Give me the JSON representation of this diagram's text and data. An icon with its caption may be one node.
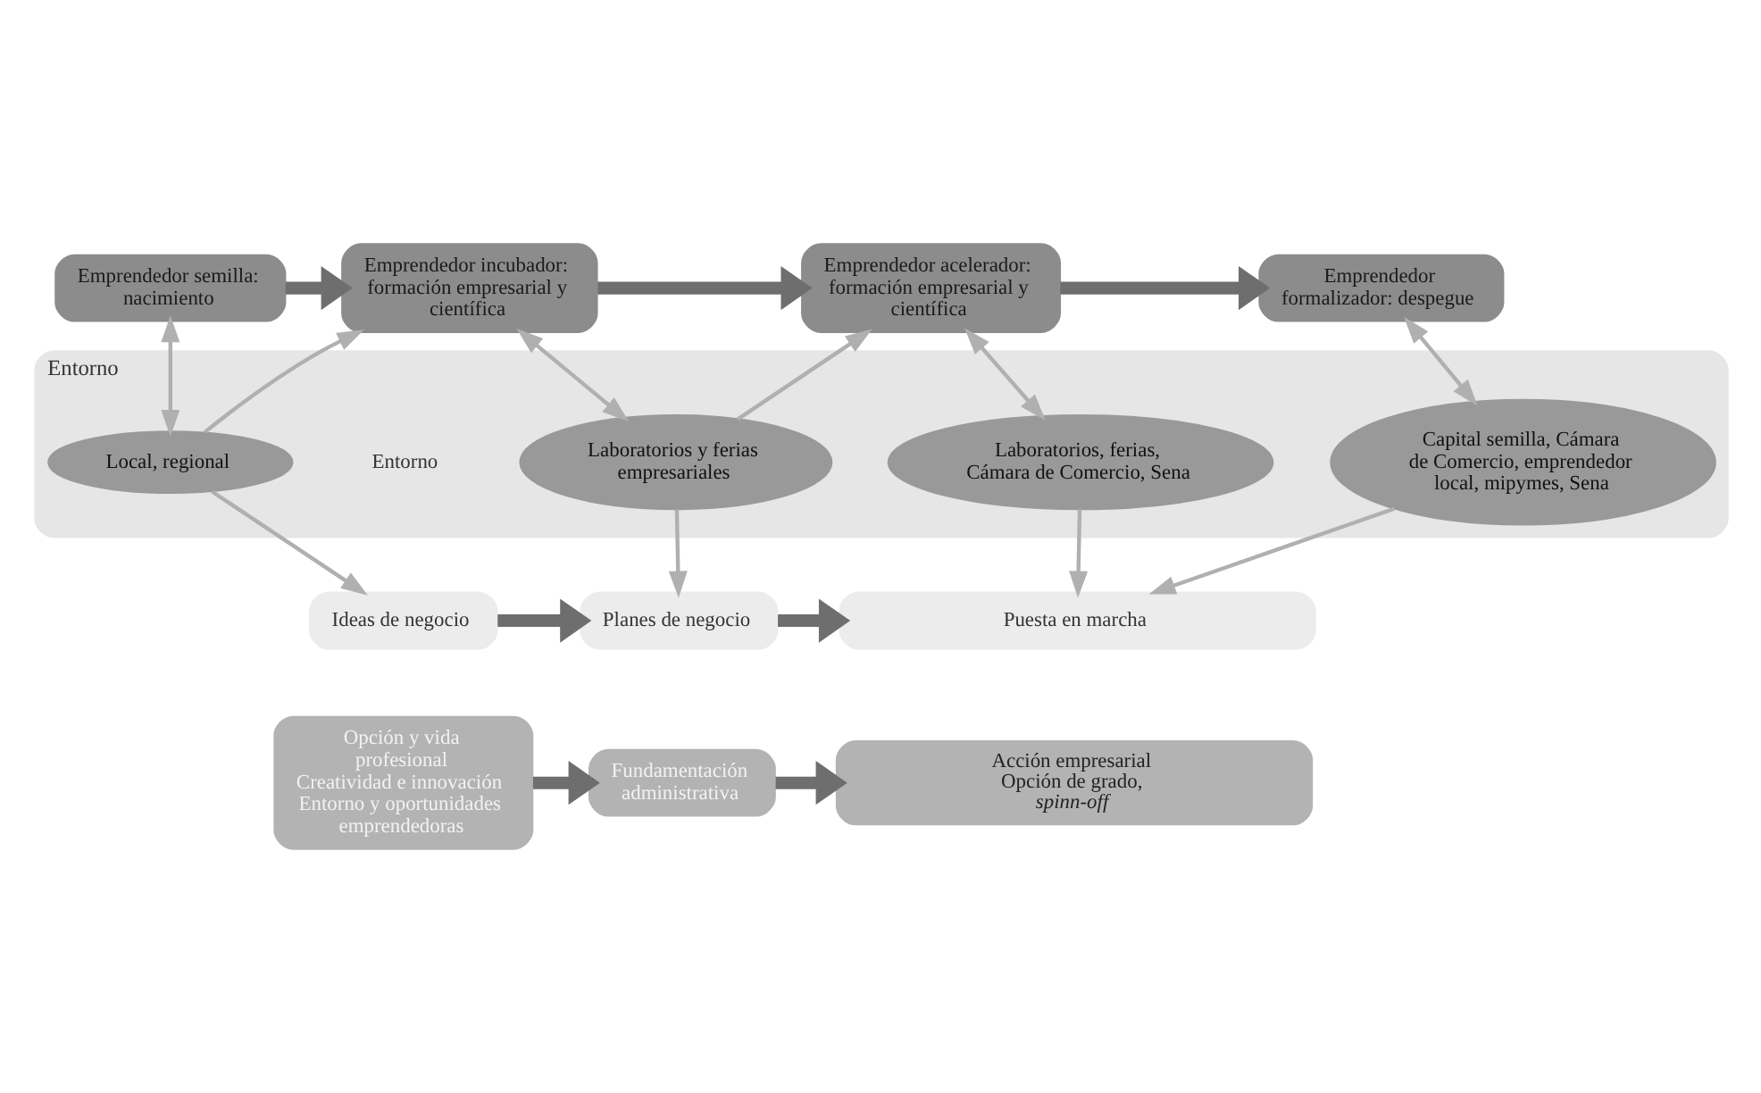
{
  "diagram": {
    "nodes": [
      {
        "text": [
          "Emprendedor semilla: nacimiento"
        ]
      },
      {
        "text": [
          "Emprendedor incubador: formación empresarial y científica"
        ]
      },
      {
        "text": [
          "Emprendedor acelerador: formación empresarial y científica"
        ]
      },
      {
        "text": [
          "Emprendedor formalizador: despegue"
        ]
      },
      {
        "text": [
          "Entorno",
          "Entorno"
        ]
      },
      {
        "text": [
          "Local, regional"
        ],
        "in": 4
      },
      {
        "text": [
          "Laboratorios y ferias empresariales"
        ],
        "in": 4
      },
      {
        "text": [
          "Laboratorios, ferias, Cámara de Comercio, Sena"
        ],
        "in": 4
      },
      {
        "text": [
          "Capital semilla, Cámara de Comercio, emprendedor local, mipymes, Sena"
        ],
        "in": 4
      },
      {
        "text": [
          "Ideas de negocio"
        ]
      },
      {
        "text": [
          "Planes de negocio"
        ]
      },
      {
        "text": [
          "Puesta en marcha"
        ]
      },
      {
        "text": [
          "Opción y vida profesional",
          "Creatividad e innovación",
          "Entorno y oportunidades emprendedoras"
        ]
      },
      {
        "text": [
          "Fundamentación administrativa"
        ]
      },
      {
        "text": [
          "Acción empresarial",
          "Opción de grado, *spinn-off*"
        ]
      }
    ],
    "edges": [
      {
        "from": 0,
        "to": 1,
        "arrow": "to",
        "style": "thick",
        "color": "#6e6e6e"
      },
      {
        "from": 1,
        "to": 2,
        "arrow": "to",
        "style": "thick",
        "color": "#6e6e6e"
      },
      {
        "from": 2,
        "to": 3,
        "arrow": "to",
        "style": "thick",
        "color": "#6e6e6e"
      },
      {
        "from": 5,
        "to": 0,
        "arrow": "both"
      },
      {
        "from": 5,
        "to": 1,
        "arrow": "to"
      },
      {
        "from": 6,
        "to": 1,
        "arrow": "both"
      },
      {
        "from": 6,
        "to": 2,
        "arrow": "to"
      },
      {
        "from": 7,
        "to": 2,
        "arrow": "both"
      },
      {
        "from": 8,
        "to": 3,
        "arrow": "both"
      },
      {
        "from": 5,
        "to": 9,
        "arrow": "to"
      },
      {
        "from": 6,
        "to": 10,
        "arrow": "to"
      },
      {
        "from": 7,
        "to": 11,
        "arrow": "to"
      },
      {
        "from": 8,
        "to": 11,
        "arrow": "to"
      },
      {
        "from": 9,
        "to": 10,
        "arrow": "to",
        "style": "thick",
        "color": "#6e6e6e"
      },
      {
        "from": 10,
        "to": 11,
        "arrow": "to",
        "style": "thick",
        "color": "#6e6e6e"
      },
      {
        "from": 12,
        "to": 13,
        "arrow": "to",
        "style": "thick",
        "color": "#6e6e6e"
      },
      {
        "from": 13,
        "to": 14,
        "arrow": "to",
        "style": "thick",
        "color": "#6e6e6e"
      }
    ]
  }
}
